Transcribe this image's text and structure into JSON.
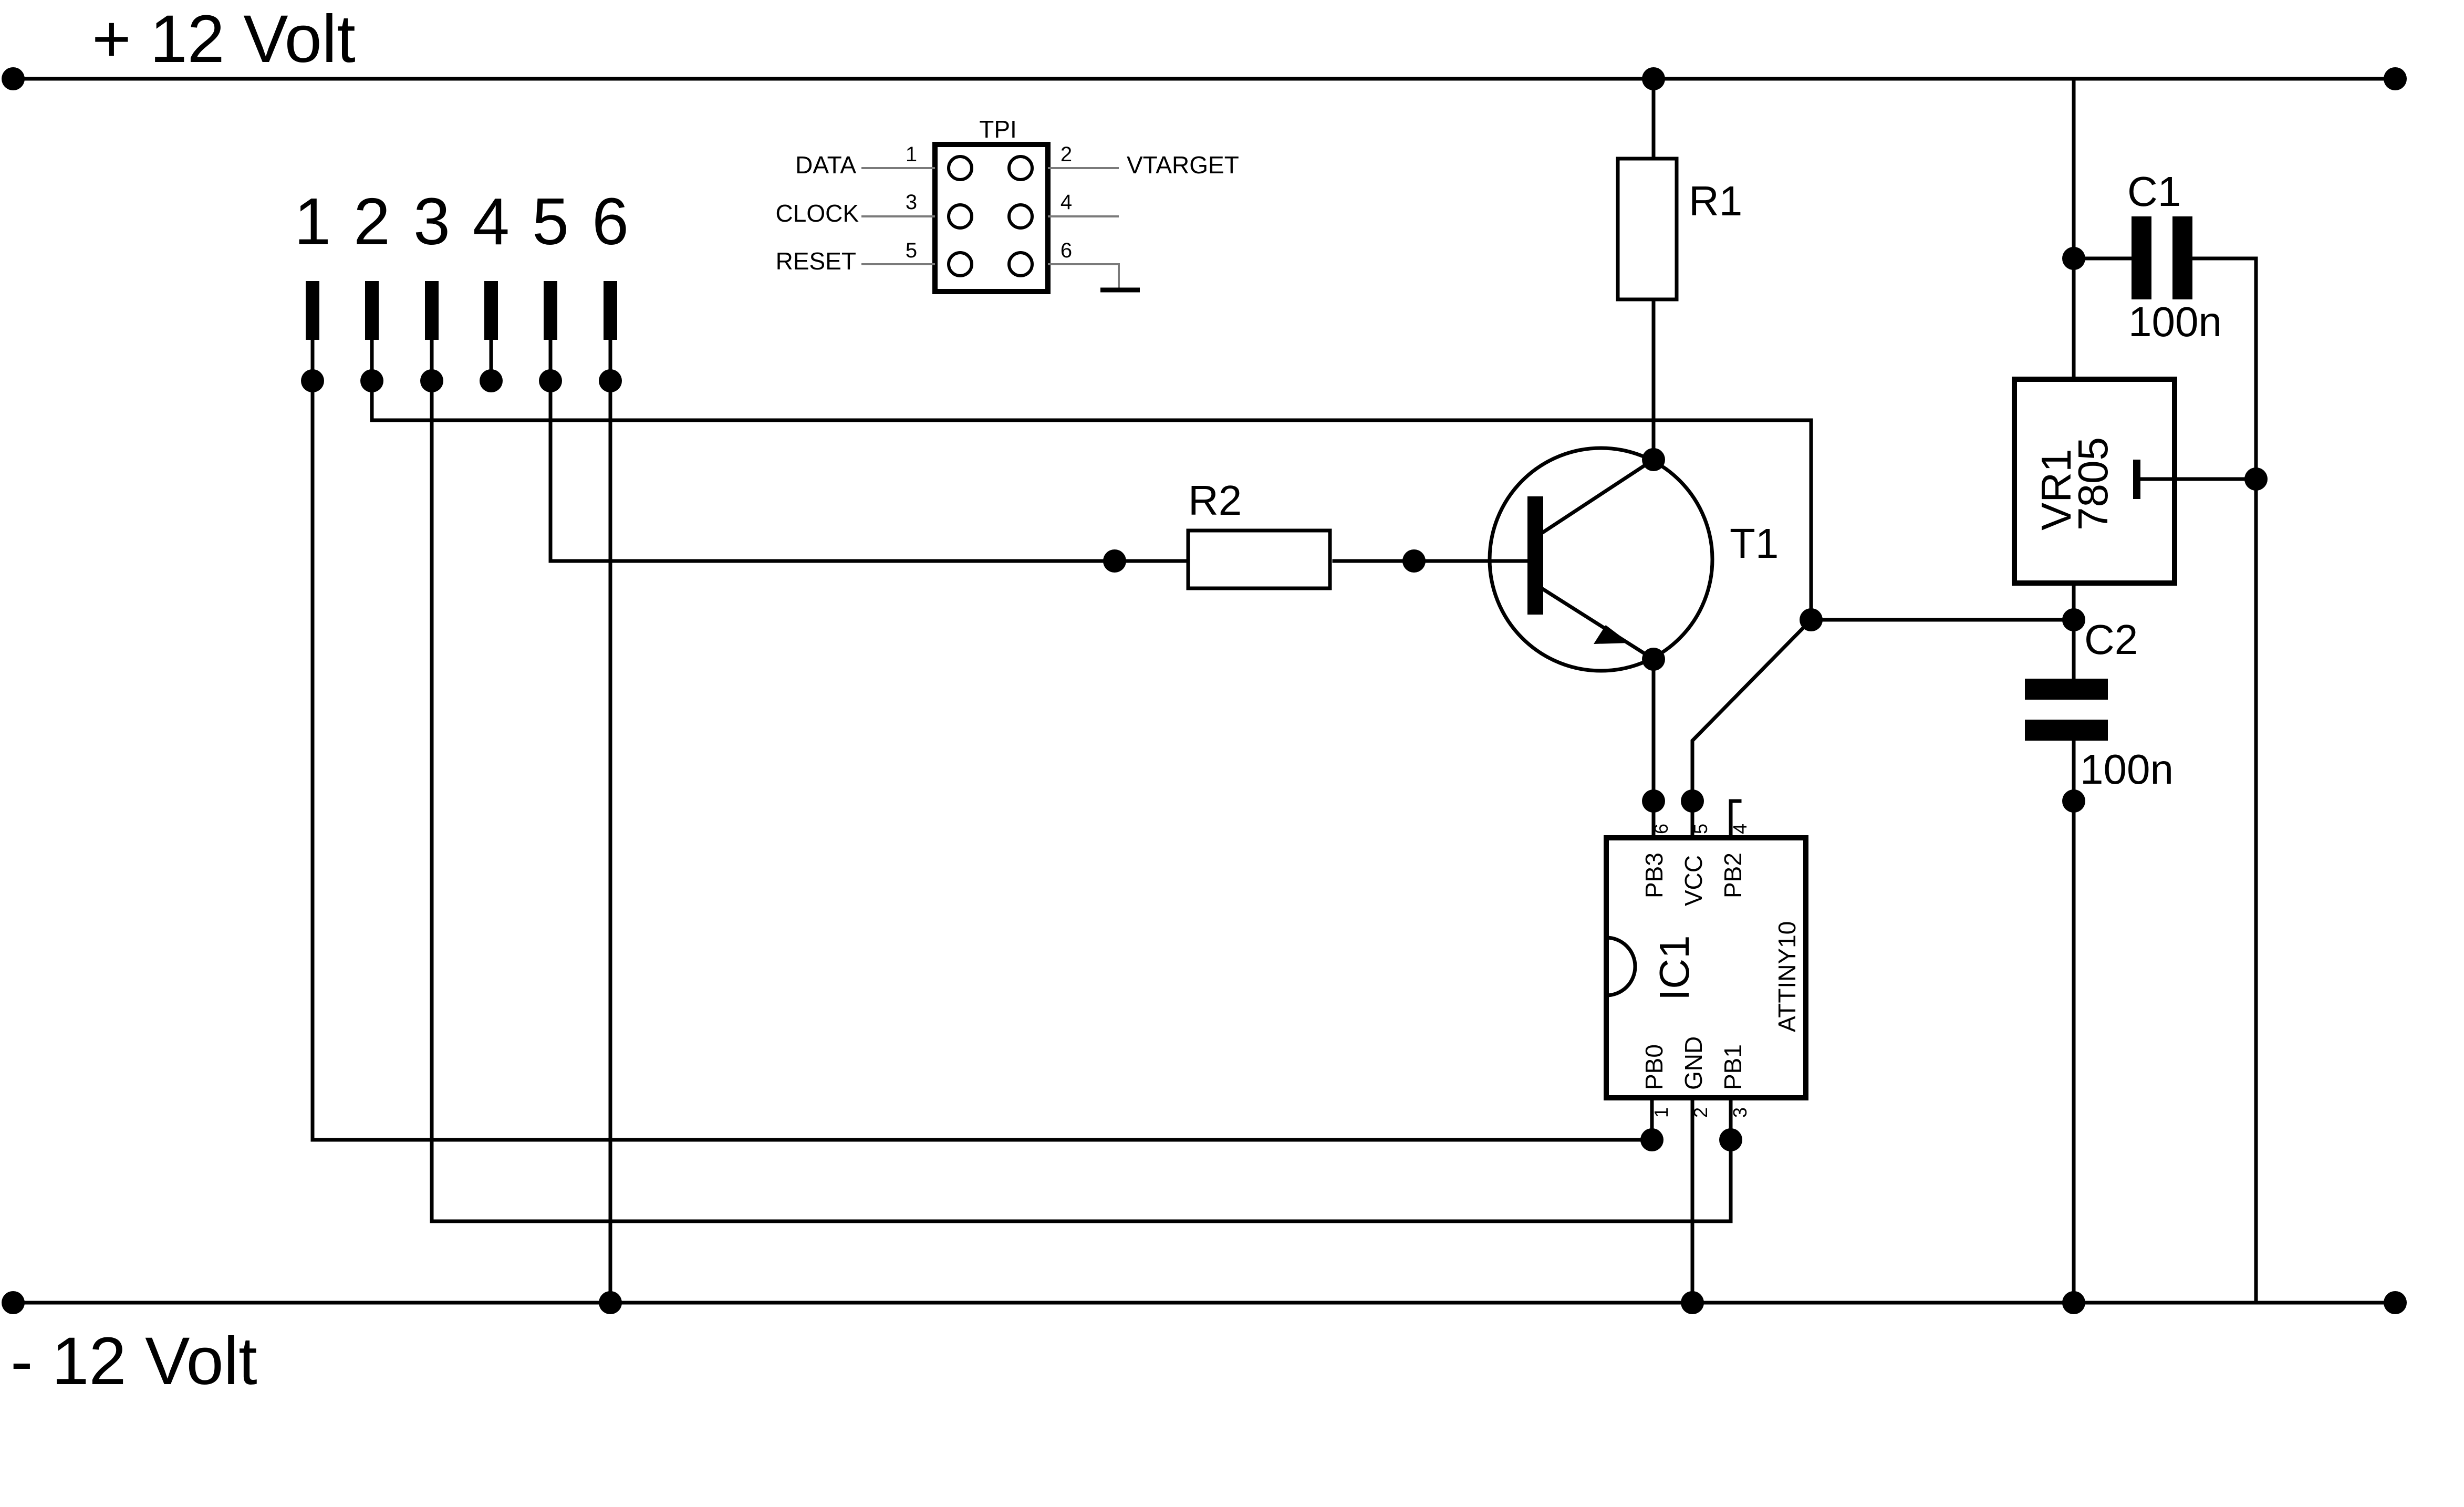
{
  "rails": {
    "positive": "+ 12 Volt",
    "negative": "- 12 Volt"
  },
  "header_pins": [
    "1",
    "2",
    "3",
    "4",
    "5",
    "6"
  ],
  "tpi_connector": {
    "title": "TPI",
    "pins": [
      {
        "number": "1",
        "label": "DATA"
      },
      {
        "number": "2",
        "label": "VTARGET"
      },
      {
        "number": "3",
        "label": "CLOCK"
      },
      {
        "number": "4",
        "label": ""
      },
      {
        "number": "5",
        "label": "RESET"
      },
      {
        "number": "6",
        "label": ""
      }
    ]
  },
  "components": {
    "r1": {
      "ref": "R1"
    },
    "r2": {
      "ref": "R2"
    },
    "t1": {
      "ref": "T1"
    },
    "c1": {
      "ref": "C1",
      "value": "100n"
    },
    "c2": {
      "ref": "C2",
      "value": "100n"
    },
    "vr1": {
      "ref": "VR1",
      "value": "7805"
    },
    "ic1": {
      "ref": "IC1",
      "part": "ATTINY10",
      "pins": [
        {
          "number": "1",
          "name": "PB0"
        },
        {
          "number": "2",
          "name": "GND"
        },
        {
          "number": "3",
          "name": "PB1"
        },
        {
          "number": "4",
          "name": "PB2"
        },
        {
          "number": "5",
          "name": "VCC"
        },
        {
          "number": "6",
          "name": "PB3"
        }
      ]
    }
  }
}
